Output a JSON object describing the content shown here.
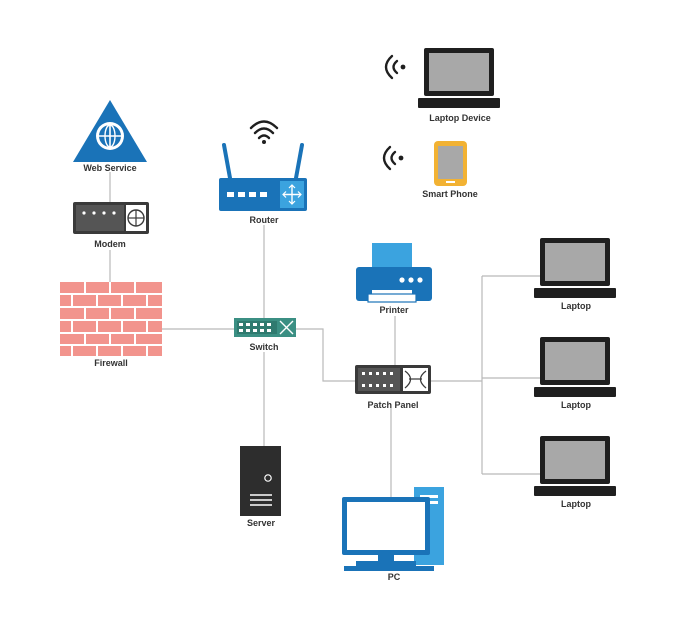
{
  "nodes": {
    "web_service": "Web Service",
    "modem": "Modem",
    "firewall": "Firewall",
    "router": "Router",
    "switch": "Switch",
    "server": "Server",
    "printer": "Printer",
    "patch_panel": "Patch Panel",
    "pc": "PC",
    "laptop_device": "Laptop Device",
    "smart_phone": "Smart Phone",
    "laptop_1": "Laptop",
    "laptop_2": "Laptop",
    "laptop_3": "Laptop"
  },
  "icons": {
    "web_service": "globe-triangle-icon",
    "wifi": "wifi-icon",
    "wireless": "wireless-signal-icon"
  },
  "colors": {
    "blue_device": "#1a73b8",
    "light_blue": "#3ba3df",
    "switch_green": "#3b8f83",
    "firewall_red": "#f2948d",
    "dark_device": "#2d2d2d",
    "phone_yellow": "#f2b233",
    "wire": "#b9b9b9"
  }
}
